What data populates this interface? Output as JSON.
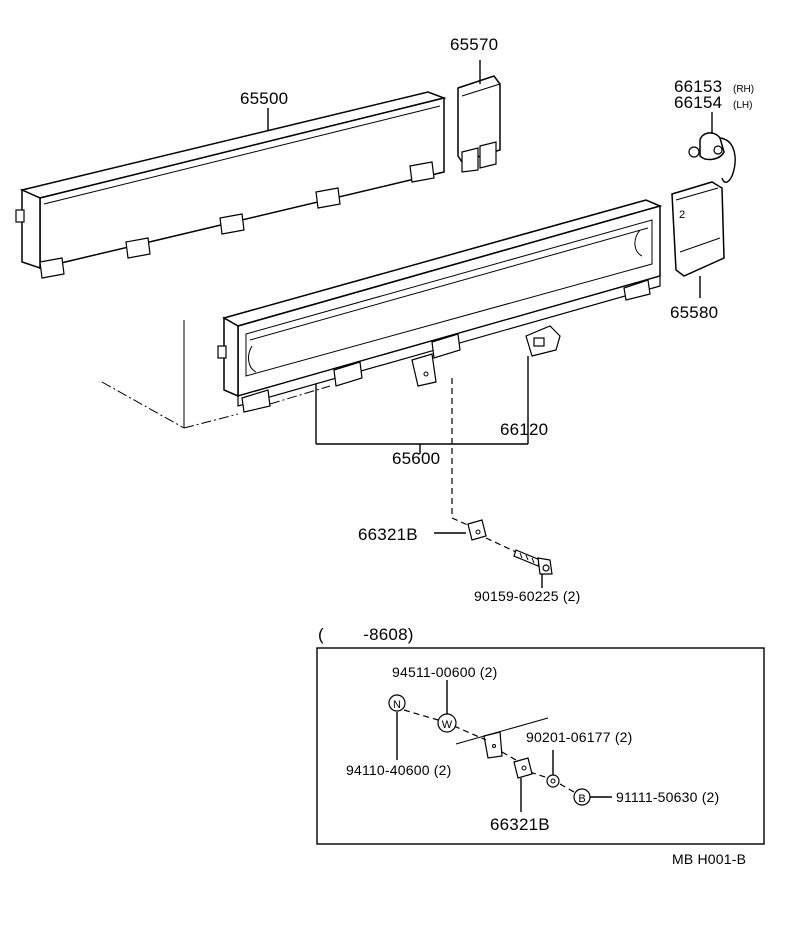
{
  "labels": {
    "p65500": "65500",
    "p65570": "65570",
    "p66153": "66153",
    "p66153_side": "(RH)",
    "p66154": "66154",
    "p66154_side": "(LH)",
    "p65580": "65580",
    "p66120": "66120",
    "p65600": "65600",
    "p66321B": "66321B",
    "p90159": "90159-60225 (2)",
    "inset_range": "(        -8608)",
    "p94511": "94511-00600 (2)",
    "p94110": "94110-40600 (2)",
    "p90201": "90201-06177 (2)",
    "p91111": "91111-50630 (2)",
    "p66321B_inset": "66321B",
    "code": "MB H001-B"
  },
  "symbols": {
    "nut": "N",
    "washer": "W",
    "bolt": "B"
  }
}
